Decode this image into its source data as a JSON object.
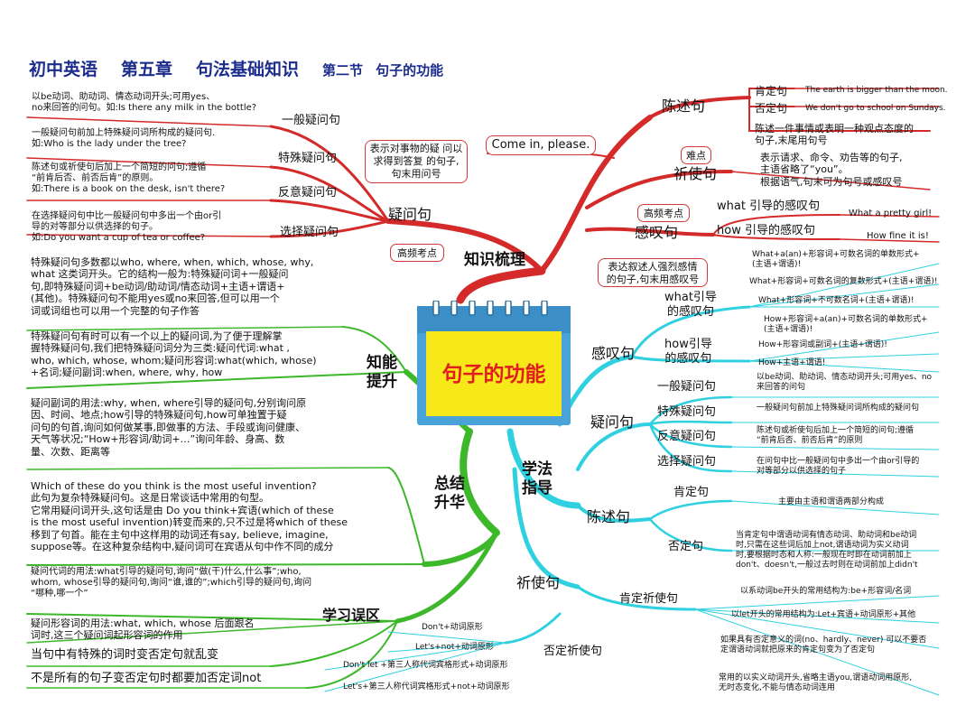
{
  "header": {
    "title_part1": "初中英语",
    "title_part2": "第五章",
    "title_part3": "句法基础知识",
    "section": "第二节",
    "section_title": "句子的功能"
  },
  "center": {
    "label": "句子的功能"
  },
  "branches": {
    "knowledge": "知识梳理",
    "improve": "知能\n提升",
    "summary": "总结\n升华",
    "mistakes": "学习误区",
    "method": "学法\n指导"
  },
  "knowledge_tree": {
    "declarative": {
      "label": "陈述句",
      "affirm_label": "肯定句",
      "affirm_example": "The earth is bigger than the moon.",
      "neg_label": "否定句",
      "neg_example": "We don't go to school on Sundays.",
      "desc": "陈述一件事情或表明一种观点态度的\n句子,末尾用句号"
    },
    "imperative": {
      "label": "祈使句",
      "tag": "难点",
      "example": "Come in, please.",
      "desc": "表示请求、命令、劝告等的句子,\n主语省略了“you”。\n根据语气,句末可为句号或感叹号"
    },
    "exclamatory": {
      "label": "感叹句",
      "tag": "高频考点",
      "what_label": "what 引导的感叹句",
      "what_example": "What a pretty girl!",
      "how_label": "how 引导的感叹句",
      "how_example": "How fine it is!",
      "desc": "表达叙述人强烈感情\n的句子,句末用感叹号"
    },
    "question": {
      "label": "疑问句",
      "tag": "高频考点",
      "desc": "表示对事物的疑\n问以求得到答复\n的句子,句末用问号",
      "general_label": "一般疑问句",
      "general_desc": "以be动词、助动词、情态动词开头;可用yes、\nno来回答的问句。如:Is there any milk in the bottle?",
      "special_label": "特殊疑问句",
      "special_desc": "一般疑问句前加上特殊疑问词所构成的疑问句.\n如:Who is the lady under the tree?",
      "tag_label": "反意疑问句",
      "tag_desc": "陈述句或祈使句后加上一个简短的问句;遵循\n“前肯后否、前否后肯”的原则。\n如:There is a book on the desk, isn't there?",
      "choice_label": "选择疑问句",
      "choice_desc": "在选择疑问句中比一般疑问句中多出一个由or引\n导的对等部分以供选择的句子。\n如:Do you want a cup of tea or coffee?"
    }
  },
  "improve_texts": {
    "p1": "特殊疑问句多数都以who, where, when, which, whose, why,\nwhat 这类词开头。它的结构一般为:特殊疑问词+一般疑问\n句,即特殊疑问词+be动词/助动词/情态动词+主语+谓语+\n(其他)。特殊疑问句不能用yes或no来回答,但可以用一个\n词或词组也可以用一个完整的句子作答",
    "p2": "特殊疑问句有时可以有一个以上的疑问词,为了便于理解掌\n握特殊疑问句,我们把特殊疑问词分为三类:疑问代词:what ,\nwho, which, whose, whom;疑问形容词:what(which, whose)\n+名词;疑问副词:when, where, why, how"
  },
  "summary_texts": {
    "p1": "疑问副词的用法:why, when, where引导的疑问句,分别询问原\n因、时间、地点;how引导的特殊疑问句,how可单独置于疑\n问句的句首,询问如何做某事,即做事的方法、手段或询问健康、\n天气等状况;“How+形容词/助词+…”询问年龄、身高、数\n量、次数、距离等",
    "p2": "Which of these do you think is the most useful invention?\n此句为复杂特殊疑问句。这是日常谈话中常用的句型。\n它常用疑问词开头,这句话是由 Do you think+宾语(which of these\nis the most useful invention)转变而来的,只不过是将which of these\n移到了句首。能在主句中这样用的动词还有say, believe, imagine,\nsuppose等。在这种复杂结构中,疑问词可在宾语从句中作不同的成分",
    "p3": "疑问代词的用法:what引导的疑问句,询问“做(干)什么,什么事”;who,\nwhom, whose引导的疑问句,询问“谁,谁的”;which引导的疑问句,询问\n“哪种,哪一个”",
    "p4": "疑问形容词的用法:what, which, whose 后面跟名\n词时,这三个疑问词起形容词的作用"
  },
  "mistakes_texts": {
    "m1": "当句中有特殊的词时变否定句就乱变",
    "m2": "不是所有的句子变否定句时都要加否定词not"
  },
  "method_tree": {
    "exclamatory": {
      "label": "感叹句",
      "what_label": "what引导\n的感叹句",
      "what_items": [
        "What+a(an)+形容词+可数名词的单数形式+\n(主语+谓语)!",
        "What+形容词+可数名词的复数形式+(主语+谓语)!",
        "What+形容词+不可数名词+(主语+谓语)!"
      ],
      "how_label": "how引导\n的感叹句",
      "how_items": [
        "How+形容词+a(an)+可数名词的单数形式+\n(主语+谓语)!",
        "How+形容词或副词+(主语+谓语)!",
        "How+主语+谓语!"
      ]
    },
    "question": {
      "label": "疑问句",
      "general_label": "一般疑问句",
      "general_desc": "以be动词、助动词、情态动词开头;可用yes、no\n来回答的问句",
      "special_label": "特殊疑问句",
      "special_desc": "一般疑问句前加上特殊疑问词所构成的疑问句",
      "tag_label": "反意疑问句",
      "tag_desc": "陈述句或祈使句后加上一个简短的问句;遵循\n“前肯后否、前否后肯”的原则",
      "choice_label": "选择疑问句",
      "choice_desc": "在问句中比一般疑问句中多出一个由or引导的\n对等部分以供选择的句子"
    },
    "declarative": {
      "label": "陈述句",
      "affirm_label": "肯定句",
      "affirm_desc": "主要由主语和谓语两部分构成",
      "neg_label": "否定句",
      "neg_desc": "当肯定句中谓语动词有情态动词、助动词和be动词\n时,只需在这些词后加上not,谓语动词为实义动词\n时,要根据时态和人称:一般现在时即在动词前加上\ndon't、doesn't,一般过去时则在动词前加上didn't"
    },
    "imperative": {
      "label": "祈使句",
      "affirm_label": "肯定祈使句",
      "affirm_items": [
        "以系动词be开头的常用结构为:be+形容词/名词",
        "以let开头的常用结构为:Let+宾语+动词原形+其他",
        "如果具有否定意义的词(no、hardly、never) 可以不要否\n定谓语动词就把原来的肯定句变为了否定句",
        "常用的以实义动词开头,省略主语you,谓语动词用原形,\n无时态变化,不能与情态动词连用"
      ],
      "neg_label": "否定祈使句",
      "neg_items": [
        "Don't+动词原形",
        "Let's+not+动词原形",
        "Don't let +第三人称代词宾格形式+动词原形",
        "Let's+第三人称代词宾格形式+not+动词原形"
      ]
    }
  },
  "colors": {
    "red": "#d42a2a",
    "green": "#3cb82a",
    "cyan": "#2fd0e0",
    "title_blue": "#1c2c8c",
    "center_text": "#e01e1e",
    "center_fill": "#f7e81a",
    "calendar_blue": "#4aa3d8"
  }
}
